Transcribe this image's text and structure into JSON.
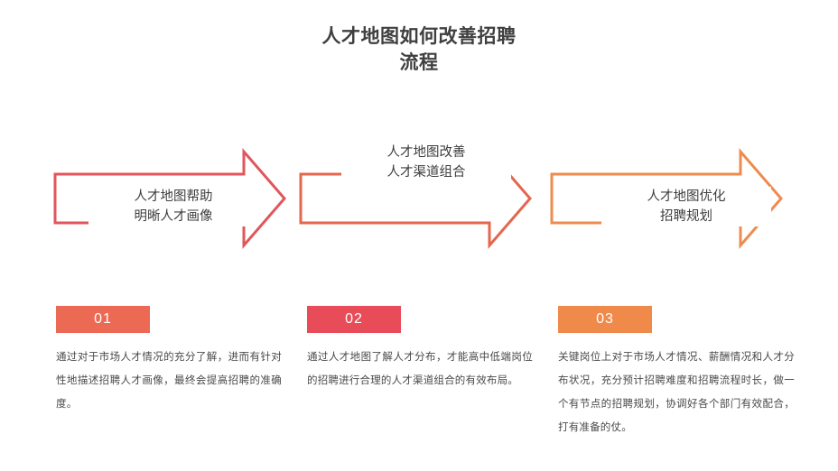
{
  "slide": {
    "title_line1": "人才地图如何改善招聘",
    "title_line2": "流程",
    "background_color": "#ffffff",
    "title_color": "#3f3f3f"
  },
  "arrows": [
    {
      "id": "arrow-1",
      "label_line1": "人才地图帮助",
      "label_line2": "明晰人才画像",
      "color": "#E0565C",
      "label_position": "inside-bottom"
    },
    {
      "id": "arrow-2",
      "label_line1": "人才地图改善",
      "label_line2": "人才渠道组合",
      "color": "#E4664E",
      "label_position": "above-top"
    },
    {
      "id": "arrow-3",
      "label_line1": "人才地图优化",
      "label_line2": "招聘规划",
      "color": "#EE8B4E",
      "label_position": "inside-bottom"
    }
  ],
  "cards": [
    {
      "number": "01",
      "badge_color": "#EC6A54",
      "text": "通过对于市场人才情况的充分了解，进而有针对性地描述招聘人才画像，最终会提高招聘的准确度。"
    },
    {
      "number": "02",
      "badge_color": "#E84C59",
      "text": "通过人才地图了解人才分布，才能高中低端岗位的招聘进行合理的人才渠道组合的有效布局。"
    },
    {
      "number": "03",
      "badge_color": "#F08A4B",
      "text": "关键岗位上对于市场人才情况、薪酬情况和人才分布状况，充分预计招聘难度和招聘流程时长，做一个有节点的招聘规划，协调好各个部门有效配合，打有准备的仗。"
    }
  ]
}
